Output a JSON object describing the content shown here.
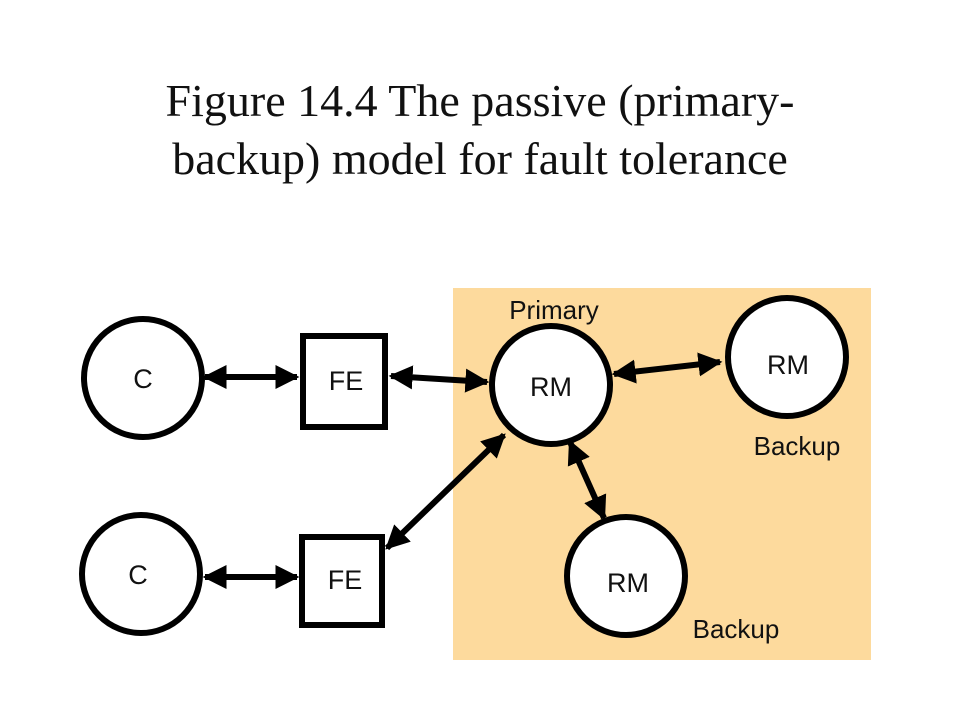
{
  "title": {
    "line1": "Figure 14.4 The passive (primary-",
    "line2": "backup) model for fault tolerance"
  },
  "colors": {
    "region_fill": "#FDDA9D",
    "stroke": "#000000",
    "node_fill": "#ffffff"
  },
  "nodes": {
    "client_top": "C",
    "client_bottom": "C",
    "fe_top": "FE",
    "fe_bottom": "FE",
    "rm_primary": "RM",
    "rm_backup_right": "RM",
    "rm_backup_bottom": "RM"
  },
  "labels": {
    "primary": "Primary",
    "backup_right": "Backup",
    "backup_bottom": "Backup"
  }
}
